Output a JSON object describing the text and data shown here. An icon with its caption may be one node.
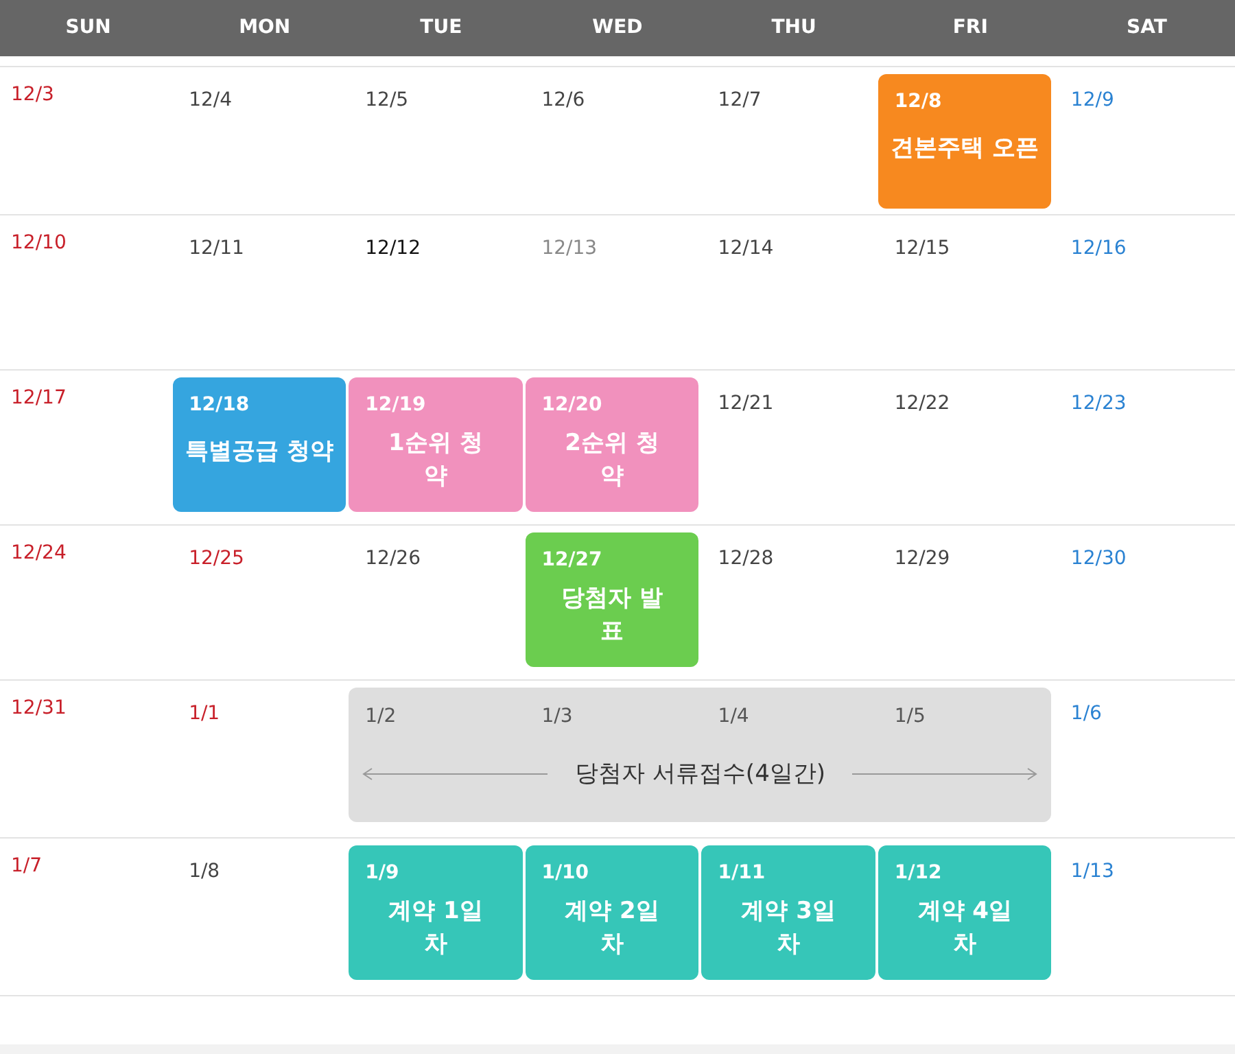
{
  "diagram": {
    "nodes": [
      {
        "text": [
          "12/8",
          "견본주택 오픈"
        ]
      },
      {
        "text": [
          "12/18",
          "특별공급 청약"
        ]
      },
      {
        "text": [
          "12/19",
          "1순위 청약"
        ]
      },
      {
        "text": [
          "12/20",
          "2순위 청약"
        ]
      },
      {
        "text": [
          "12/27",
          "당첨자 발표"
        ]
      },
      {
        "text": [
          "1/2",
          "1/3",
          "1/4",
          "1/5",
          "당첨자 서류접수(4일간)"
        ]
      },
      {
        "text": [
          "1/9",
          "계약 1일차"
        ]
      },
      {
        "text": [
          "1/10",
          "계약 2일차"
        ]
      },
      {
        "text": [
          "1/11",
          "계약 3일차"
        ]
      },
      {
        "text": [
          "1/12",
          "계약 4일차"
        ]
      }
    ],
    "labels": [
      "SUN",
      "MON",
      "TUE",
      "WED",
      "THU",
      "FRI",
      "SAT",
      "12/3",
      "12/4",
      "12/5",
      "12/6",
      "12/7",
      "12/9",
      "12/10",
      "12/11",
      "12/12",
      "12/13",
      "12/14",
      "12/15",
      "12/16",
      "12/17",
      "12/21",
      "12/22",
      "12/23",
      "12/24",
      "12/25",
      "12/26",
      "12/28",
      "12/29",
      "12/30",
      "12/31",
      "1/1",
      "1/6",
      "1/7",
      "1/8",
      "1/13"
    ]
  }
}
